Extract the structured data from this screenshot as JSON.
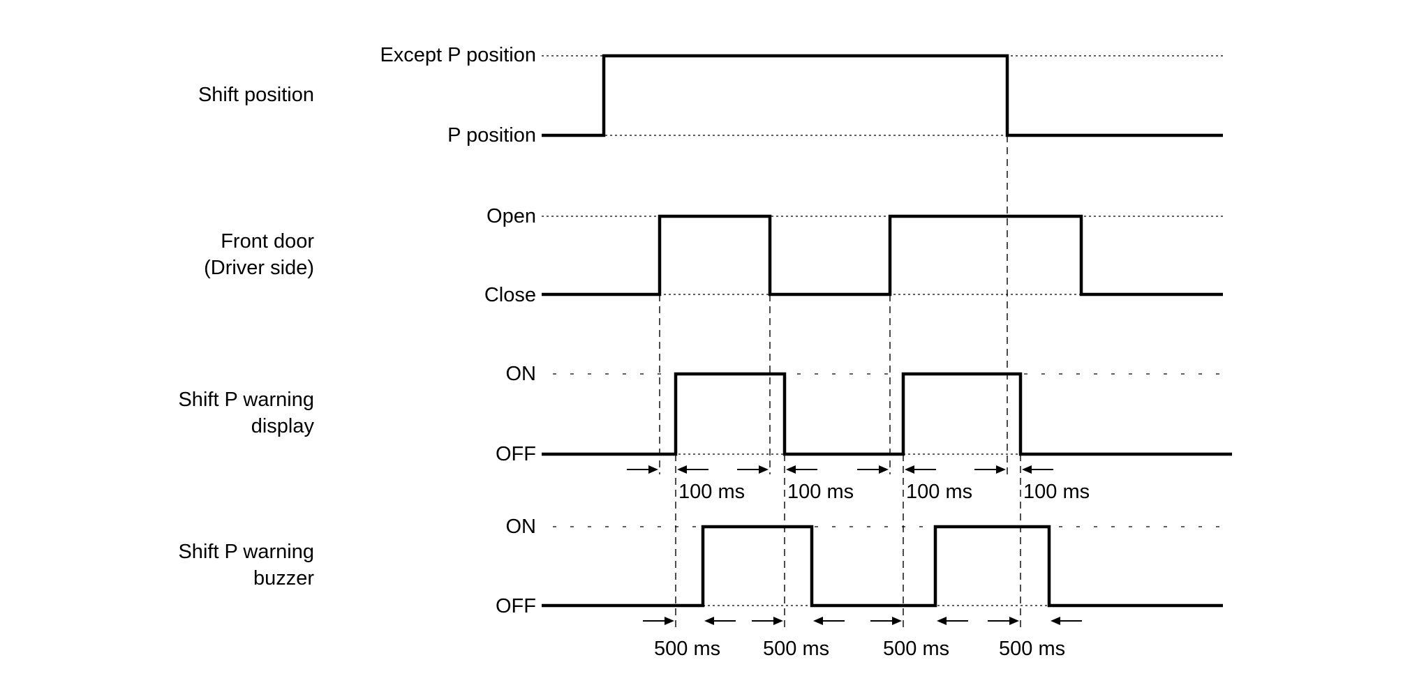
{
  "signals": [
    {
      "id": "shift",
      "label_lines": [
        "Shift position"
      ],
      "high_label": "Except P position",
      "low_label": "P position"
    },
    {
      "id": "door",
      "label_lines": [
        "Front door",
        "(Driver side)"
      ],
      "high_label": "Open",
      "low_label": "Close"
    },
    {
      "id": "display",
      "label_lines": [
        "Shift P warning",
        "display"
      ],
      "high_label": "ON",
      "low_label": "OFF"
    },
    {
      "id": "buzzer",
      "label_lines": [
        "Shift P warning",
        "buzzer"
      ],
      "high_label": "ON",
      "low_label": "OFF"
    }
  ],
  "delay_labels": {
    "display": [
      "100 ms",
      "100 ms",
      "100 ms",
      "100 ms"
    ],
    "buzzer": [
      "500 ms",
      "500 ms",
      "500 ms",
      "500 ms"
    ]
  }
}
